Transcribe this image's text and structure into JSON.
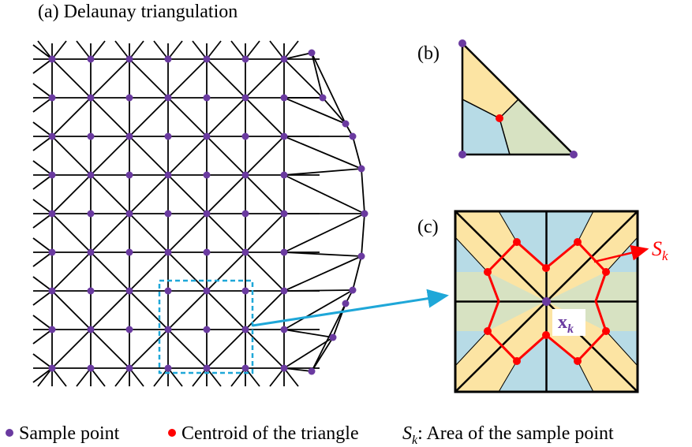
{
  "panels": {
    "a_label": "(a) Delaunay triangulation",
    "b_label": "(b)",
    "c_label": "(c)"
  },
  "annotations": {
    "area_symbol": "S",
    "area_subscript": "k",
    "point_symbol": "x",
    "point_subscript": "k"
  },
  "legend": {
    "sample_point": "Sample point",
    "centroid": "Centroid of the triangle",
    "area_symbol": "S",
    "area_subscript": "k",
    "area_text": ":  Area of the sample point"
  },
  "colors": {
    "sample_point": "#6a3aa0",
    "centroid": "#ff0000",
    "region_yellow": "#fce4a3",
    "region_blue": "#b7dbe6",
    "region_green": "#d7e2c2",
    "highlight_box": "#1fa7d8",
    "area_outline": "#ff0000"
  }
}
